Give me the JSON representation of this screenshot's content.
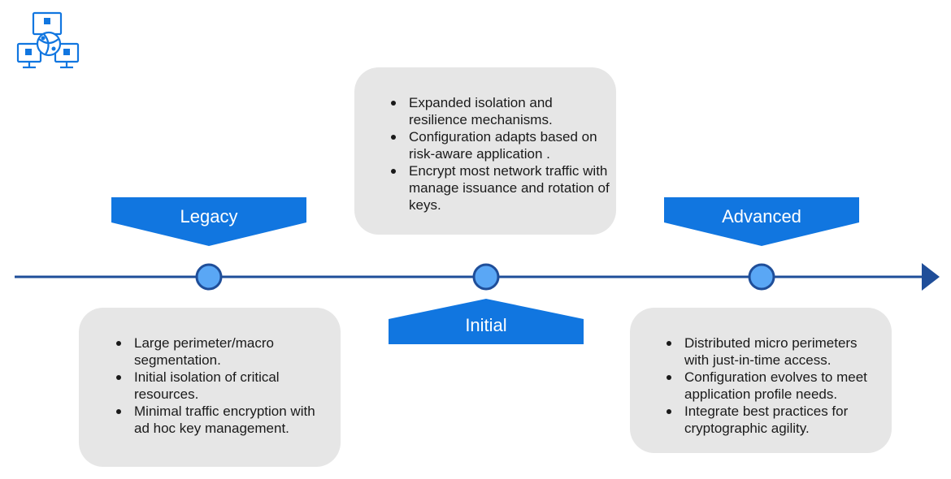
{
  "stages": [
    {
      "label": "Legacy",
      "bullets": [
        "Large perimeter/macro segmentation.",
        "Initial isolation of critical resources.",
        "Minimal traffic encryption with ad hoc key management."
      ]
    },
    {
      "label": "Initial",
      "bullets": [
        "Expanded isolation and resilience mechanisms.",
        "Configuration adapts based on risk-aware application .",
        "Encrypt most network traffic with manage issuance and rotation of keys."
      ]
    },
    {
      "label": "Advanced",
      "bullets": [
        "Distributed micro perimeters with just-in-time access.",
        "Configuration evolves to meet application profile needs.",
        "Integrate best practices for cryptographic agility."
      ]
    }
  ],
  "logo": {
    "icon": "network-computers-icon"
  },
  "colors": {
    "timeline": "#1f4e99",
    "marker_fill": "#5aa7f5",
    "banner": "#1176e0",
    "card": "#e6e6e6"
  }
}
